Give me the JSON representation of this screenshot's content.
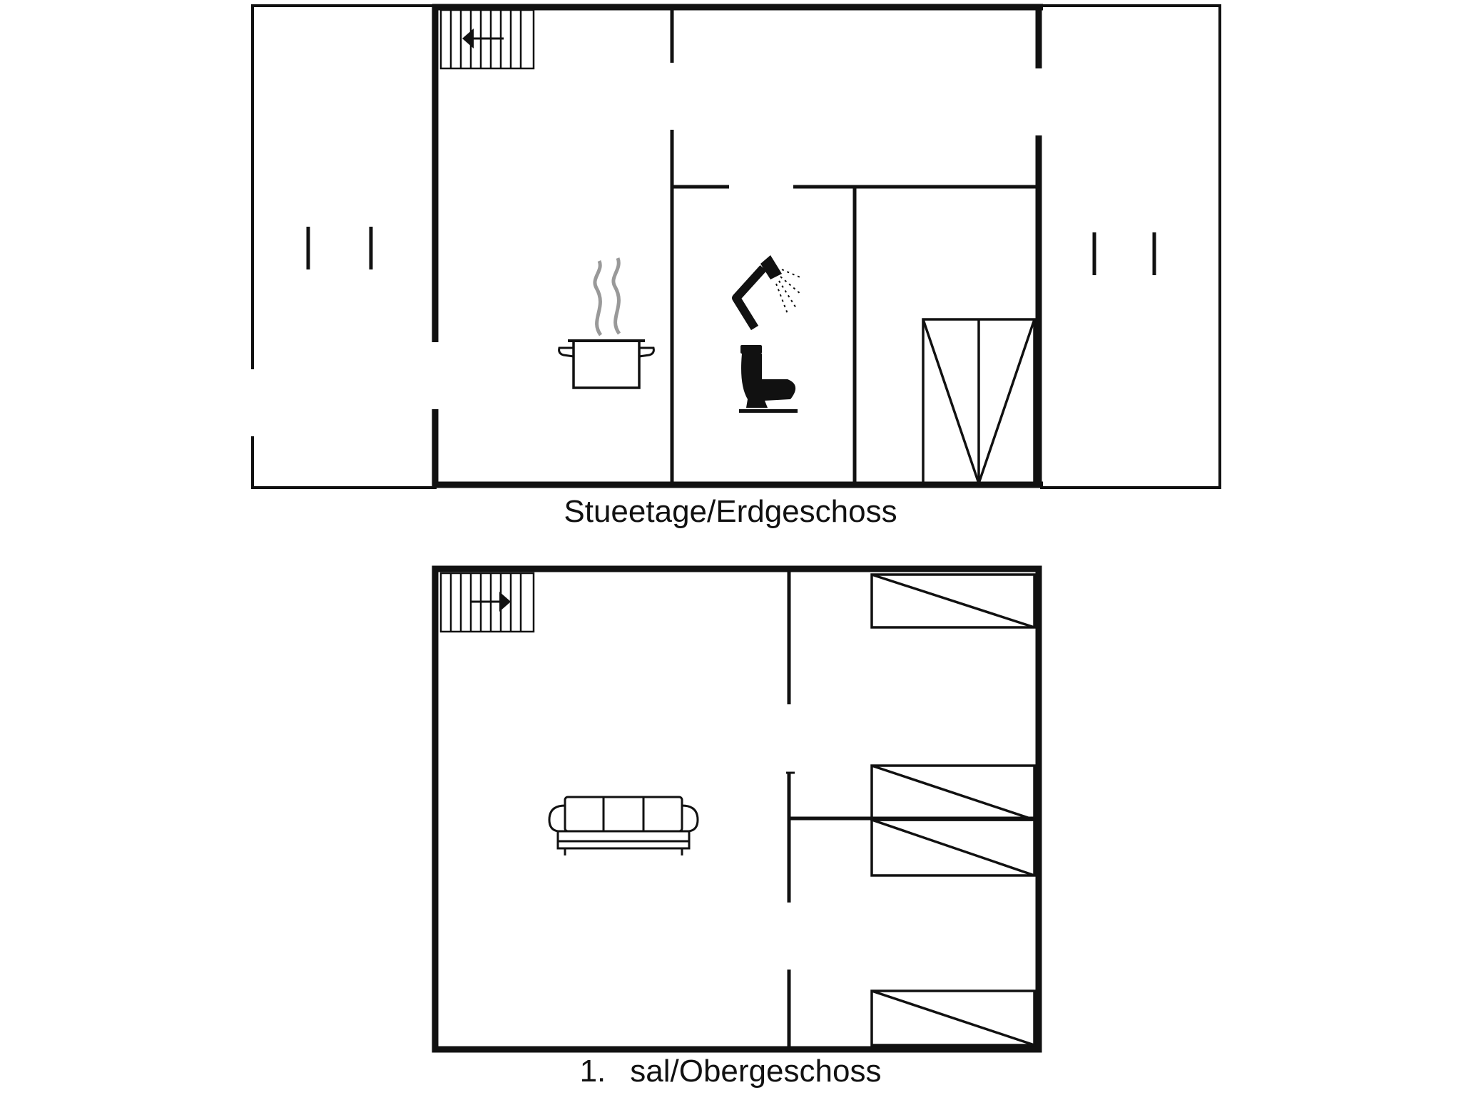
{
  "floors": {
    "ground": {
      "label": "Stueetage/Erdgeschoss"
    },
    "upper": {
      "label_number": "1.",
      "label_text": "sal/Obergeschoss"
    }
  },
  "icons": [
    "staircase-down-icon",
    "staircase-up-icon",
    "cooking-pot-icon",
    "shower-icon",
    "toilet-icon",
    "double-bed-icon",
    "single-bed-icon",
    "sofa-icon"
  ],
  "colors": {
    "wall": "#111111",
    "background": "#ffffff",
    "steam": "#999999"
  }
}
